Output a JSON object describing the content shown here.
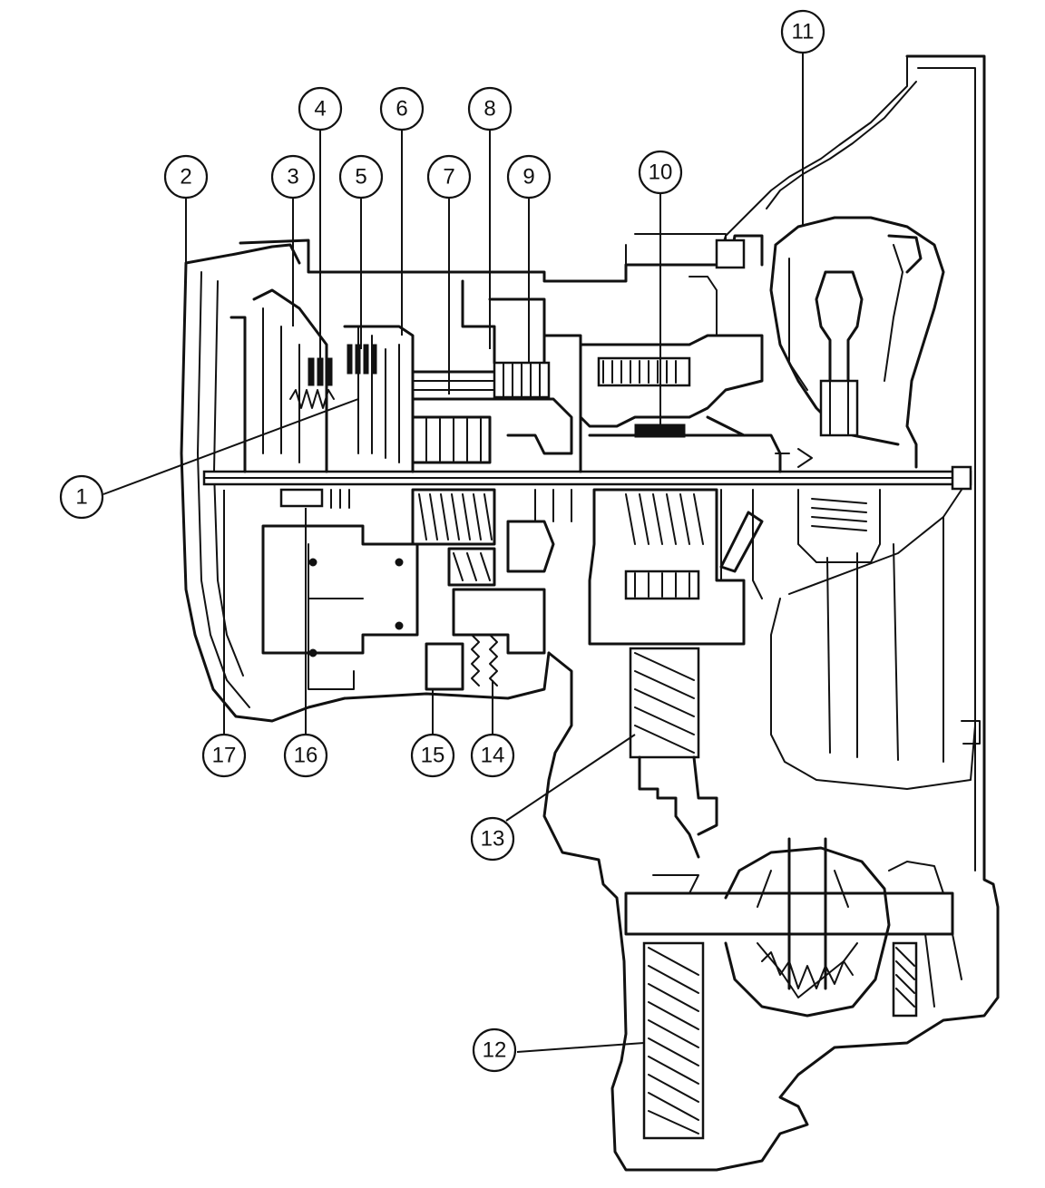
{
  "diagram": {
    "type": "transaxle cross-section",
    "callouts": [
      {
        "label": "1"
      },
      {
        "label": "2"
      },
      {
        "label": "3"
      },
      {
        "label": "4"
      },
      {
        "label": "5"
      },
      {
        "label": "6"
      },
      {
        "label": "7"
      },
      {
        "label": "8"
      },
      {
        "label": "9"
      },
      {
        "label": "10"
      },
      {
        "label": "11"
      },
      {
        "label": "12"
      },
      {
        "label": "13"
      },
      {
        "label": "14"
      },
      {
        "label": "15"
      },
      {
        "label": "16"
      },
      {
        "label": "17"
      }
    ]
  }
}
